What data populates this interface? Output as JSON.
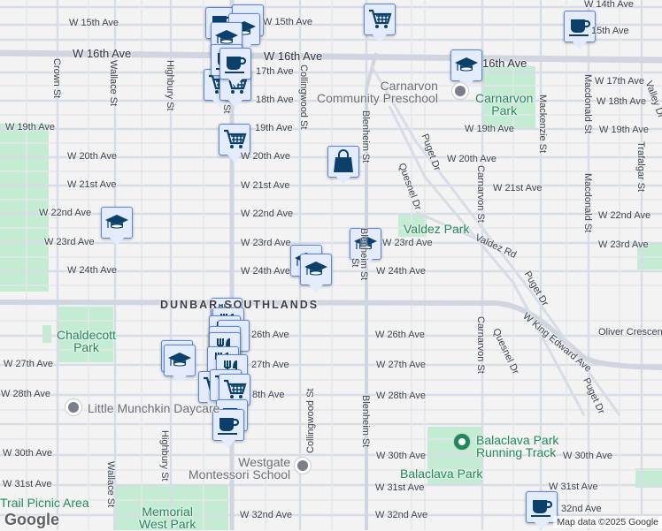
{
  "map": {
    "neighbourhood": "DUNBAR-SOUTHLANDS",
    "street_labels": [
      "W 15th Ave",
      "W 15th Ave",
      "15th Ave",
      "W 14th Ave",
      "W 16th Ave",
      "W 16th Ave",
      "16th Ave",
      "17th Ave",
      "W 17th Ave",
      "18th Ave",
      "W 18th Ave",
      "W 19th Ave",
      "19th Ave",
      "W 19th Ave",
      "W 19th Ave",
      "W 20th Ave",
      "W 20th Ave",
      "W 20th Ave",
      "W 21st Ave",
      "W 21st Ave",
      "W 21st Ave",
      "W 22nd Ave",
      "W 22nd Ave",
      "W 22nd Ave",
      "W 23rd Ave",
      "W 23rd Ave",
      "W 23rd Ave",
      "W 23rd Ave",
      "W 24th Ave",
      "W 24th Ave",
      "W 24th Ave",
      "26th Ave",
      "W 26th Ave",
      "W 27th Ave",
      "27th Ave",
      "W 27th Ave",
      "W 28th Ave",
      "8th Ave",
      "W 28th Ave",
      "W 30th Ave",
      "W 30th Ave",
      "W 30th Ave",
      "W 31st Ave",
      "W 31st Ave",
      "W 31st Ave",
      "W 32nd Ave",
      "W 32nd Ave",
      "32nd Ave",
      "Oliver Crescent",
      "Crown St",
      "Wallace St",
      "Highbury St",
      "Collingwood St",
      "Blenheim St",
      "Blenheim St",
      "Carnarvon St",
      "Carnarvon St",
      "Mackenzie St",
      "Macdonald St",
      "Macdonald St",
      "Trafalgar St",
      "Collingwood St",
      "Wallace St",
      "Highbury St",
      "Blenheim St",
      "Puget Dr",
      "Quesnel Dr",
      "Valdez Rd",
      "W King Edward Ave",
      "Puget Dr",
      "Quesnel Dr",
      "Puget Dr",
      "St",
      "Valley Dr",
      "St"
    ],
    "parks": [
      "Carnarvon\nPark",
      "Valdez Park",
      "Chaldecott\nPark",
      "Balaclava Park",
      "Memorial\nWest Park",
      "Balaclava Park\nRunning Track",
      "Trail Picnic Area"
    ],
    "places": [
      {
        "name": "Carnarvon\nCommunity Preschool",
        "icon": "school-pin-icon"
      },
      {
        "name": "Little Munchkin Daycare",
        "icon": "place-pin-icon"
      },
      {
        "name": "Westgate\nMontessori School",
        "icon": "school-pin-icon"
      }
    ],
    "markers": [
      {
        "type": "cart"
      },
      {
        "type": "coffee"
      },
      {
        "type": "school"
      },
      {
        "type": "shopping-bag"
      },
      {
        "type": "school"
      },
      {
        "type": "school"
      },
      {
        "type": "school"
      },
      {
        "type": "school"
      },
      {
        "type": "cart"
      },
      {
        "type": "cart"
      },
      {
        "type": "cart"
      },
      {
        "type": "coffee"
      },
      {
        "type": "coffee"
      },
      {
        "type": "school"
      },
      {
        "type": "school"
      },
      {
        "type": "coffee"
      },
      {
        "type": "coffee"
      },
      {
        "type": "restaurant"
      },
      {
        "type": "restaurant"
      },
      {
        "type": "restaurant"
      },
      {
        "type": "restaurant"
      },
      {
        "type": "school"
      },
      {
        "type": "restaurant"
      },
      {
        "type": "restaurant"
      },
      {
        "type": "restaurant"
      },
      {
        "type": "school"
      },
      {
        "type": "school"
      },
      {
        "type": "cart"
      },
      {
        "type": "cart"
      },
      {
        "type": "cart"
      },
      {
        "type": "coffee"
      },
      {
        "type": "coffee"
      },
      {
        "type": "coffee"
      }
    ],
    "colors": {
      "background": "#f4f3f4",
      "road": "#d6dde6",
      "major_road": "#cfd6df",
      "park": "#c3ecd2",
      "marker_bg": "#e4ecfc",
      "marker_border": "#5a86d8",
      "icon": "#0a4069",
      "park_text": "#1e8a5a"
    }
  },
  "branding": {
    "logo": "Google",
    "attribution": "Map data ©2025 Google"
  }
}
